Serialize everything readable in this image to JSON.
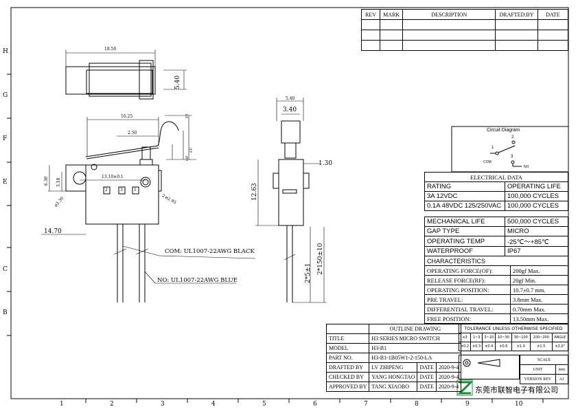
{
  "border": {
    "row_letters": [
      "H",
      "G",
      "F",
      "E",
      "C",
      "B"
    ],
    "col_numbers": [
      "1",
      "2",
      "3",
      "4",
      "5",
      "6",
      "7",
      "8",
      "9",
      "10"
    ]
  },
  "revision_table": {
    "headers": [
      "REV",
      "MARK",
      "DESCRIPTION",
      "DRAFTED.BY",
      "DATE"
    ]
  },
  "dimensions": {
    "top_length": "18.50",
    "top_height": "5.40",
    "lever_length": "16.25",
    "lever_inner": "2.50",
    "hole_pitch": "13.10±0.1",
    "height_a": "6.30",
    "height_b": "3.18",
    "hole_dia": "ø3.30",
    "hole_dia2": "2-ø2.95",
    "base_offset": "14.70",
    "ft": "FT",
    "op": "OP",
    "fp": "FP",
    "side_width": "5.40",
    "side_plunger": "3.40",
    "side_gap": "1.30",
    "side_height": "12.63",
    "lead_strip": "2*5±1",
    "lead_length": "2*150±10"
  },
  "terminals": [
    "2",
    "3",
    "1"
  ],
  "wire_labels": {
    "com": "COM: UL1007-22AWG BLACK",
    "no": "NO: UL1007-22AWG BLUE"
  },
  "circuit": {
    "title": "Circuit Diagram",
    "pin1": "1",
    "pin2": "2",
    "pin3": "3",
    "com": "COM",
    "no": "NO"
  },
  "electrical": {
    "title": "ELECTRICAL DATA",
    "rows": [
      [
        "RATING",
        "OPERATING LIFE"
      ],
      [
        "3A 12VDC",
        "100,000 CYCLES"
      ],
      [
        "0.1A 48VDC 125/250VAC",
        "100,000 CYCLES"
      ]
    ]
  },
  "mechanical": [
    [
      "MECHANICAL LIFE",
      "500,000 CYCLES"
    ],
    [
      "GAP TYPE",
      "MICRO"
    ],
    [
      "OPERATING TEMP",
      "-25℃～+85℃"
    ],
    [
      "WATERPROOF",
      "IP67"
    ]
  ],
  "characteristics": {
    "title": "CHARACTERISTICS",
    "rows": [
      [
        "OPERATING FORCE(OF):",
        "200gf Max."
      ],
      [
        "RELEASE FORCE(RF):",
        "20gf Min."
      ],
      [
        "OPERATING POSITION:",
        "10.7±0.7 mm."
      ],
      [
        "PRE TRAVEL:",
        "3.8mm Max."
      ],
      [
        "DIFFERENTIAL TRAVEL:",
        "0.70mm Max."
      ],
      [
        "FREE POSITION:",
        "13.50mm Max."
      ]
    ]
  },
  "title_block": {
    "outline": "OUTLINE DRAWING",
    "title_label": "TITLE",
    "title_value": "H3 SERIES MICRO SWITCH",
    "model_label": "MODEL",
    "model_value": "H3-B1",
    "part_label": "PART NO.",
    "part_value": "H3-B1-1B05W1-2-150-LA",
    "drafted_label": "DRAFTED BY",
    "drafted_value": "LV ZHIPENG",
    "checked_label": "CHECKED BY",
    "checked_value": "YANG HONGTAO",
    "approved_label": "APPROVED BY",
    "approved_value": "TANG XIAOBO",
    "date_label": "DATE",
    "date1": "2020-9-4",
    "date2": "2020-9-4",
    "date3": "2020-9-4",
    "company": "东莞市联智电子有限公司"
  },
  "tolerance": {
    "title": "TOLERANCE UNLESS OTHERWISE SPECIFIED",
    "ranges": [
      "≤3",
      "1~3",
      "3~10",
      "10~30",
      "30~100",
      "100~200",
      "ANGLE"
    ],
    "values": [
      "±0.2",
      "±0.3",
      "±0.4",
      "±0.6",
      "±1.0",
      "±1.5",
      "±3.0°"
    ],
    "scale_label": "SCALE",
    "unit_label": "UNIT",
    "unit_value": "mm",
    "version_label": "VERSION REV",
    "version_value": "A1"
  }
}
